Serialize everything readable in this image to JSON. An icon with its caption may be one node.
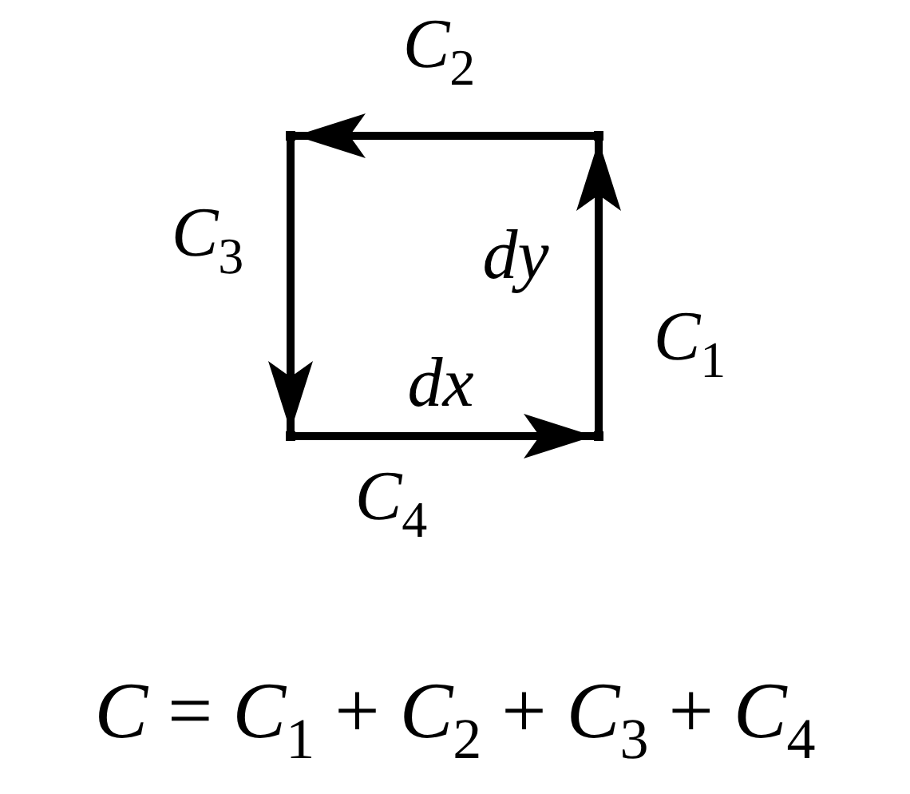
{
  "diagram": {
    "nodes": [
      {
        "text": [],
        "shape": "point"
      },
      {
        "text": [],
        "shape": "point"
      },
      {
        "text": [],
        "shape": "point"
      },
      {
        "text": [],
        "shape": "point"
      }
    ],
    "edges": [
      {
        "from": 3,
        "to": 1,
        "arrow": "to",
        "label": "*C*$_{1}$"
      },
      {
        "from": 1,
        "to": 0,
        "arrow": "to",
        "label": "*C*$_{2}$"
      },
      {
        "from": 0,
        "to": 2,
        "arrow": "to",
        "label": "*C*$_{3}$"
      },
      {
        "from": 2,
        "to": 3,
        "arrow": "to",
        "label": "*C*$_{4}$"
      }
    ],
    "labels": [
      "dy",
      "dx",
      "*C* = *C*$_{1}$ + *C*$_{2}$ + *C*$_{3}$ + *C*$_{4}$"
    ]
  }
}
